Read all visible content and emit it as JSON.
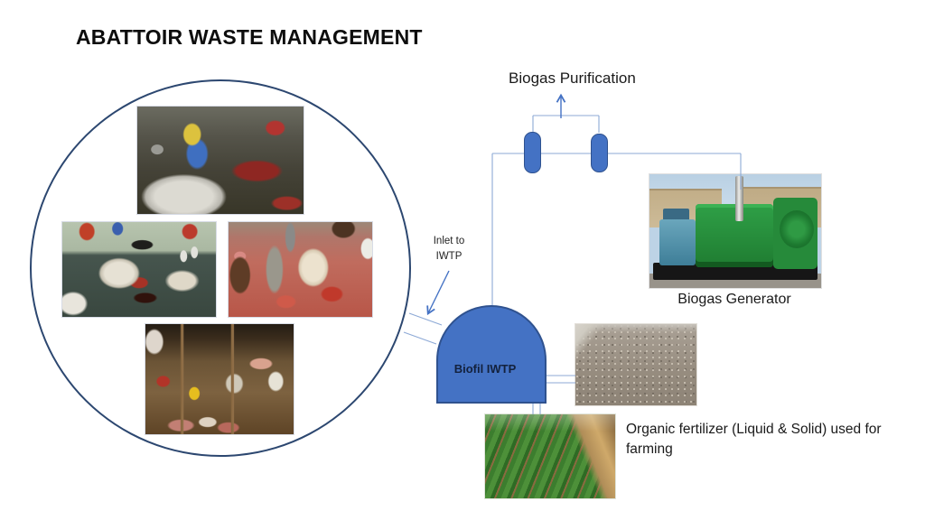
{
  "slide": {
    "title": "ABATTOIR WASTE MANAGEMENT"
  },
  "labels": {
    "biogas_purification": "Biogas Purification",
    "inlet_line1": "Inlet to",
    "inlet_line2": "IWTP",
    "biofil_tank": "Biofil IWTP",
    "biogas_generator": "Biogas Generator",
    "organic_fertilizer": "Organic fertilizer (Liquid & Solid) used for farming"
  },
  "colors": {
    "accent_blue": "#4472C4",
    "shape_border": "#2F528F",
    "pipe_line": "#8DA9D6",
    "arrow_blue": "#4472C4",
    "circle_border": "#2C4770"
  },
  "images": {
    "abattoir_collage": [
      "abattoir-photo-top",
      "abattoir-photo-left",
      "abattoir-photo-right",
      "abattoir-photo-bottom"
    ],
    "generator_photo": "biogas-generator-photo",
    "digestate_photo": "dried-sludge-photo",
    "farm_photo": "crop-field-photo"
  }
}
